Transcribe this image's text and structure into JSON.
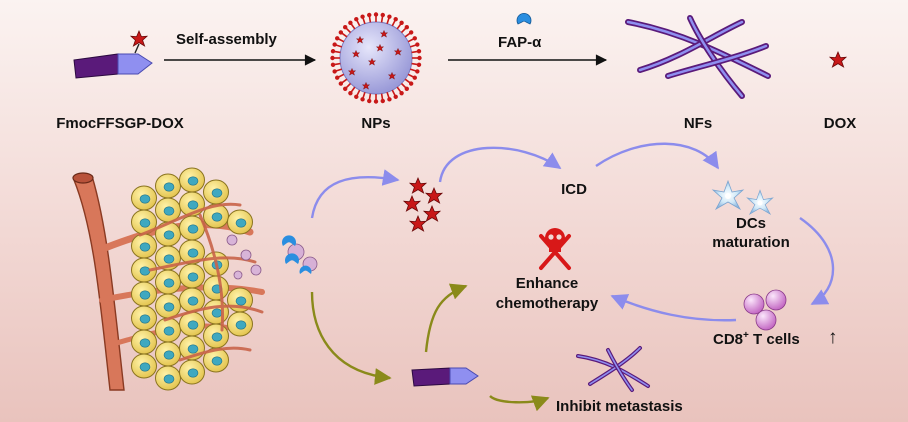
{
  "top_row": {
    "step1_label": "Self-assembly",
    "step2_label": "FAP-α",
    "prodrug_label": "FmocFFSGP-DOX",
    "nps_label": "NPs",
    "nfs_label": "NFs",
    "dox_label": "DOX"
  },
  "bottom": {
    "icd_label": "ICD",
    "dcs_label": "DCs",
    "maturation_label": "maturation",
    "enhance_label": "Enhance",
    "chemo_label": "chemotherapy",
    "cd8_label": "CD8",
    "cd8_sup": "+",
    "cells_label": " T cells",
    "up_arrow": "↑",
    "metastasis_label": "Inhibit metastasis"
  },
  "colors": {
    "prodrug_dark": "#5a1a7a",
    "prodrug_light": "#8f8ff0",
    "nanoparticle": "#b8b8e8",
    "dox_red": "#c81818",
    "blue_arrow": "#8c8cec",
    "olive_arrow": "#8a8a1a",
    "vessel": "#d8775a",
    "cell_yellow": "#f2dc6a",
    "nucleus": "#3fa8c0",
    "tcell": "#d88ad8"
  }
}
